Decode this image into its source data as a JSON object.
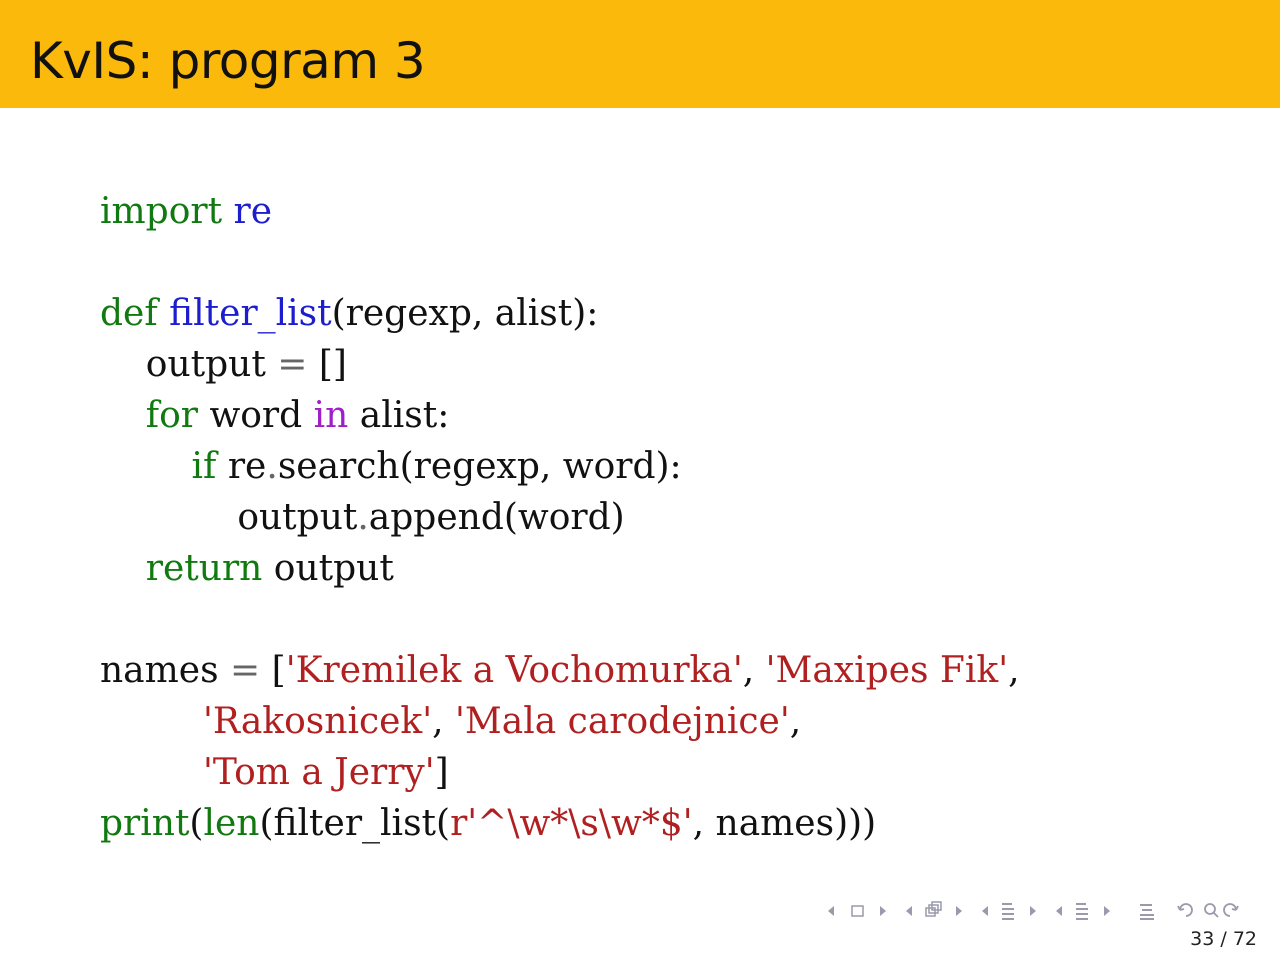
{
  "slide": {
    "title": "KvIS: program 3",
    "page_current": "33",
    "page_total": "72",
    "page_sep": " / "
  },
  "code": {
    "lines": [
      [
        {
          "t": "import",
          "c": "kw"
        },
        {
          "t": " "
        },
        {
          "t": "re",
          "c": "fn"
        }
      ],
      [],
      [
        {
          "t": "def",
          "c": "kw"
        },
        {
          "t": " "
        },
        {
          "t": "filter_list",
          "c": "fn"
        },
        {
          "t": "(regexp, alist):"
        }
      ],
      [
        {
          "t": "    output "
        },
        {
          "t": "=",
          "c": "op"
        },
        {
          "t": " []"
        }
      ],
      [
        {
          "t": "    "
        },
        {
          "t": "for",
          "c": "kw"
        },
        {
          "t": " word "
        },
        {
          "t": "in",
          "c": "ow"
        },
        {
          "t": " alist:"
        }
      ],
      [
        {
          "t": "        "
        },
        {
          "t": "if",
          "c": "kw"
        },
        {
          "t": " re"
        },
        {
          "t": ".",
          "c": "op"
        },
        {
          "t": "search(regexp, word):"
        }
      ],
      [
        {
          "t": "            output"
        },
        {
          "t": ".",
          "c": "op"
        },
        {
          "t": "append(word)"
        }
      ],
      [
        {
          "t": "    "
        },
        {
          "t": "return",
          "c": "kw"
        },
        {
          "t": " output"
        }
      ],
      [],
      [
        {
          "t": "names "
        },
        {
          "t": "=",
          "c": "op"
        },
        {
          "t": " ["
        },
        {
          "t": "'Kremilek a Vochomurka'",
          "c": "st"
        },
        {
          "t": ", "
        },
        {
          "t": "'Maxipes Fik'",
          "c": "st"
        },
        {
          "t": ","
        }
      ],
      [
        {
          "t": "         "
        },
        {
          "t": "'Rakosnicek'",
          "c": "st"
        },
        {
          "t": ", "
        },
        {
          "t": "'Mala carodejnice'",
          "c": "st"
        },
        {
          "t": ","
        }
      ],
      [
        {
          "t": "         "
        },
        {
          "t": "'Tom a Jerry'",
          "c": "st"
        },
        {
          "t": "]"
        }
      ],
      [
        {
          "t": "print",
          "c": "kw"
        },
        {
          "t": "("
        },
        {
          "t": "len",
          "c": "kw"
        },
        {
          "t": "(filter_list("
        },
        {
          "t": "r'^\\w*\\s\\w*$'",
          "c": "st"
        },
        {
          "t": ", names)))"
        }
      ]
    ]
  },
  "nav_icons": [
    "nav-prev-icon",
    "frame-icon",
    "nav-next-icon",
    "nav-prev-icon",
    "subsection-icon",
    "nav-next-icon",
    "nav-prev-icon",
    "section-icon",
    "nav-next-icon",
    "nav-prev-icon",
    "document-icon",
    "nav-next-icon",
    "align-icon",
    "undo-icon",
    "search-icon",
    "redo-icon"
  ]
}
